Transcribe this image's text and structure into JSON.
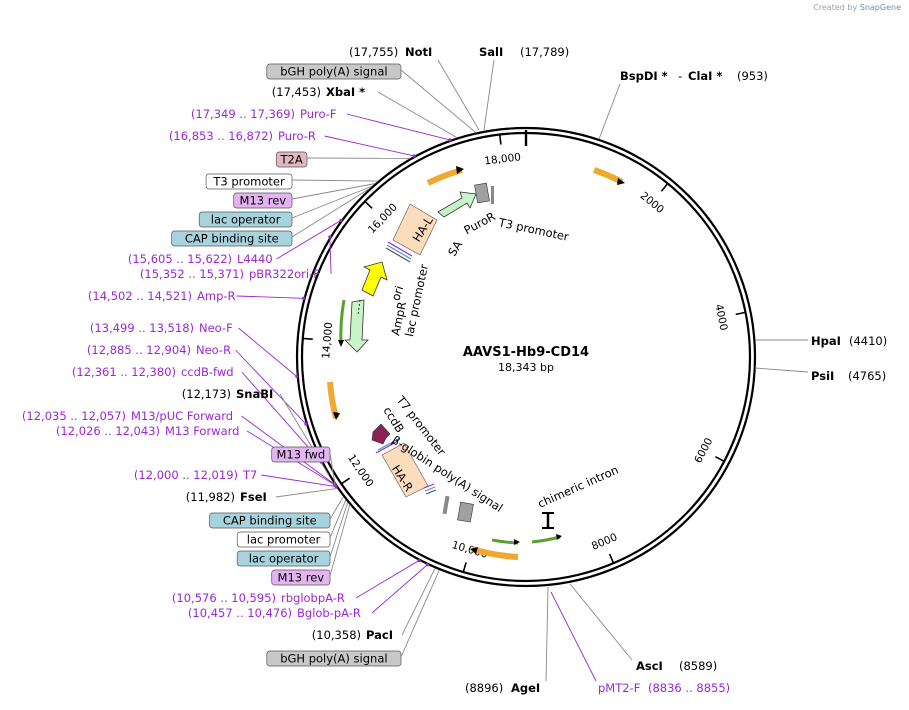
{
  "credit": {
    "prefix": "Created by",
    "brand": "SnapGene"
  },
  "map": {
    "name": "AAVS1-Hb9-CD14",
    "length_label": "18,343 bp",
    "total_bp": 18343
  },
  "ticks": [
    {
      "label": "2000",
      "bp": 2000
    },
    {
      "label": "4000",
      "bp": 4000
    },
    {
      "label": "6000",
      "bp": 6000
    },
    {
      "label": "8000",
      "bp": 8000
    },
    {
      "label": "10,000",
      "bp": 10000
    },
    {
      "label": "12,000",
      "bp": 12000
    },
    {
      "label": "14,000",
      "bp": 14000
    },
    {
      "label": "16,000",
      "bp": 16000
    },
    {
      "label": "18,000",
      "bp": 18000
    }
  ],
  "right_sites": [
    {
      "name": "BspDI *",
      "sep": "-",
      "name2": "ClaI *",
      "pos": "(953)",
      "bp": 953
    },
    {
      "name": "HpaI",
      "pos": "(4410)",
      "bp": 4410
    },
    {
      "name": "PsiI",
      "pos": "(4765)",
      "bp": 4765
    },
    {
      "name": "AscI",
      "pos": "(8589)",
      "bp": 8589
    }
  ],
  "bottom_sites": [
    {
      "name": "AgeI",
      "pos": "(8896)",
      "bp": 8896
    },
    {
      "primer": "pMT2-F",
      "pos": "(8836 .. 8855)",
      "bp": 8845
    }
  ],
  "top_sites": [
    {
      "name": "NotI",
      "pos": "(17,755)",
      "bp": 17755
    },
    {
      "name": "SalI",
      "pos": "(17,789)",
      "bp": 17789
    }
  ],
  "left_labels": [
    {
      "kind": "box",
      "text": "bGH poly(A) signal",
      "color": "#c8c8c8",
      "bp": 17700
    },
    {
      "kind": "enzyme",
      "pos": "(17,453)",
      "name": "XbaI *",
      "bp": 17453
    },
    {
      "kind": "primer",
      "pos": "(17,349 .. 17,369)",
      "name": "Puro-F",
      "bp": 17359
    },
    {
      "kind": "primer",
      "pos": "(16,853 .. 16,872)",
      "name": "Puro-R",
      "bp": 16862
    },
    {
      "kind": "box",
      "text": "T2A",
      "color": "#e3b7c0",
      "bp": 16800
    },
    {
      "kind": "box",
      "text": "T3 promoter",
      "color": "#ffffff",
      "bp": 16300
    },
    {
      "kind": "box",
      "text": "M13 rev",
      "color": "#e4b4f2",
      "bp": 16250
    },
    {
      "kind": "box",
      "text": "lac operator",
      "color": "#a6d3dd",
      "bp": 16200
    },
    {
      "kind": "box",
      "text": "CAP binding site",
      "color": "#a6d3dd",
      "bp": 16150
    },
    {
      "kind": "primer",
      "pos": "(15,605 .. 15,622)",
      "name": "L4440",
      "bp": 15613
    },
    {
      "kind": "primer",
      "pos": "(15,352 .. 15,371)",
      "name": "pBR322ori-F",
      "bp": 15361
    },
    {
      "kind": "primer",
      "pos": "(14,502 .. 14,521)",
      "name": "Amp-R",
      "bp": 14511
    },
    {
      "kind": "primer",
      "pos": "(13,499 .. 13,518)",
      "name": "Neo-F",
      "bp": 13508
    },
    {
      "kind": "primer",
      "pos": "(12,885 .. 12,904)",
      "name": "Neo-R",
      "bp": 12894
    },
    {
      "kind": "primer",
      "pos": "(12,361 .. 12,380)",
      "name": "ccdB-fwd",
      "bp": 12370
    },
    {
      "kind": "enzyme",
      "pos": "(12,173)",
      "name": "SnaBI",
      "bp": 12173
    },
    {
      "kind": "primer",
      "pos": "(12,035 .. 12,057)",
      "name": "M13/pUC Forward",
      "bp": 12046
    },
    {
      "kind": "primer",
      "pos": "(12,026 .. 12,043)",
      "name": "M13 Forward",
      "bp": 12034
    },
    {
      "kind": "box",
      "text": "M13 fwd",
      "color": "#e4b4f2",
      "bp": 12030
    },
    {
      "kind": "primer",
      "pos": "(12,000 .. 12,019)",
      "name": "T7",
      "bp": 12010
    },
    {
      "kind": "enzyme",
      "pos": "(11,982)",
      "name": "FseI",
      "bp": 11982
    },
    {
      "kind": "box",
      "text": "CAP binding site",
      "color": "#a6d3dd",
      "bp": 11850
    },
    {
      "kind": "box",
      "text": "lac promoter",
      "color": "#ffffff",
      "bp": 11800
    },
    {
      "kind": "box",
      "text": "lac operator",
      "color": "#a6d3dd",
      "bp": 11760
    },
    {
      "kind": "box",
      "text": "M13 rev",
      "color": "#e4b4f2",
      "bp": 11720
    },
    {
      "kind": "primer",
      "pos": "(10,576 .. 10,595)",
      "name": "rbglobpA-R",
      "bp": 10585
    },
    {
      "kind": "primer",
      "pos": "(10,457 .. 10,476)",
      "name": "Bglob-pA-R",
      "bp": 10466
    },
    {
      "kind": "enzyme",
      "pos": "(10,358)",
      "name": "PacI",
      "bp": 10358
    },
    {
      "kind": "box",
      "text": "bGH poly(A) signal",
      "color": "#c8c8c8",
      "bp": 10300
    }
  ],
  "inner_labels": {
    "puror": "PuroR",
    "t3_promoter": "T3 promoter",
    "sa": "SA",
    "ha_l": "HA-L",
    "ori": "ori",
    "lac_promoter": "lac promoter",
    "ampr": "AmpR",
    "t7_promoter": "T7 promoter",
    "ccdb": "ccdB",
    "beta_globin": "β-globin poly(A) signal",
    "ha_r": "HA-R",
    "chimeric_intron": "chimeric intron"
  },
  "colors": {
    "primer": "#9c27d3",
    "orange_feature": "#f0a830",
    "green_feature": "#5aa02c",
    "ori": "#ffff00",
    "ampr": "#c8f5c8",
    "ccdb": "#8b2252",
    "ha": "#fbdcbc",
    "grey_box": "#a0a0a0"
  }
}
